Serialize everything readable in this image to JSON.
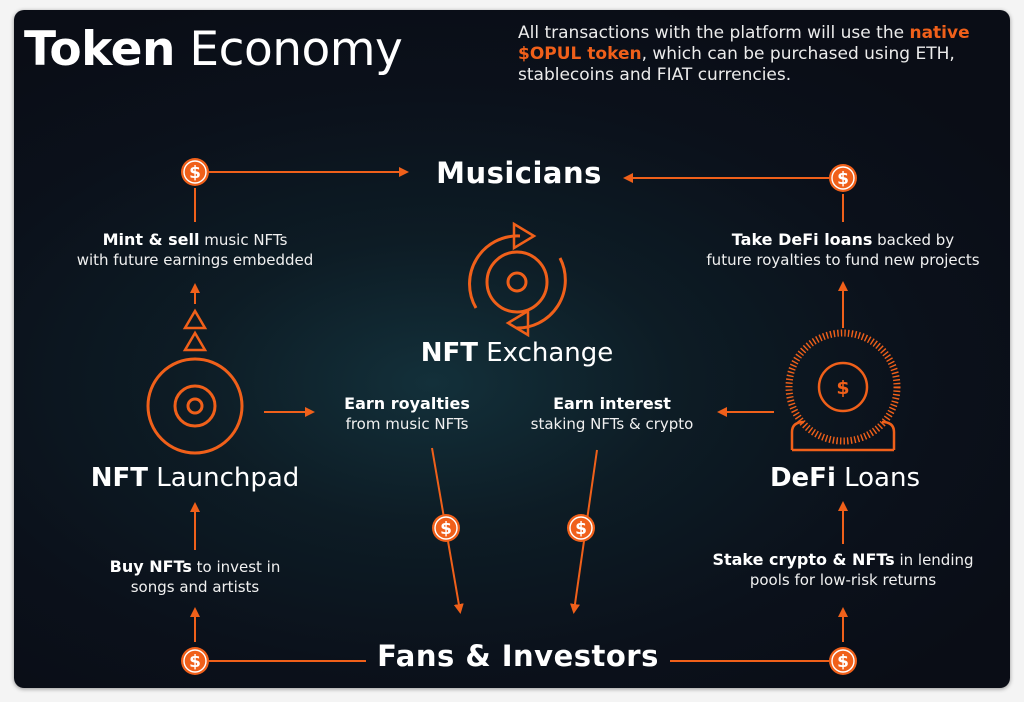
{
  "header": {
    "title_bold": "Token",
    "title_light": "Economy",
    "intro_line1_pre": "All transactions with the platform will use the ",
    "intro_line1_hl": "native",
    "intro_line2_hl": "$OPUL token",
    "intro_line2_post": ", which can be purchased using ETH,",
    "intro_line3": "stablecoins and FIAT currencies."
  },
  "hubs": {
    "musicians": "Musicians",
    "fans": "Fans & Investors"
  },
  "nodes": {
    "exchange": {
      "bold": "NFT",
      "light": "Exchange"
    },
    "launchpad": {
      "bold": "NFT",
      "light": "Launchpad"
    },
    "defi": {
      "bold": "DeFi",
      "light": "Loans"
    }
  },
  "captions": {
    "mint": {
      "bold": "Mint & sell",
      "rest": " music NFTs",
      "line2": "with future earnings embedded"
    },
    "defi_loans": {
      "bold": "Take DeFi loans",
      "rest": " backed by",
      "line2": "future royalties to fund new projects"
    },
    "royalties": {
      "bold": "Earn royalties",
      "line2": "from music NFTs"
    },
    "interest": {
      "bold": "Earn interest",
      "line2": "staking NFTs & crypto"
    },
    "buy": {
      "bold": "Buy NFTs",
      "rest": " to invest in",
      "line2": "songs and artists"
    },
    "stake": {
      "bold": "Stake crypto & NFTs",
      "rest": " in lending",
      "line2": "pools for low-risk returns"
    }
  },
  "coin_symbol": "$",
  "colors": {
    "accent": "#f0601a",
    "text": "#ffffff",
    "background": "#0b111b"
  }
}
